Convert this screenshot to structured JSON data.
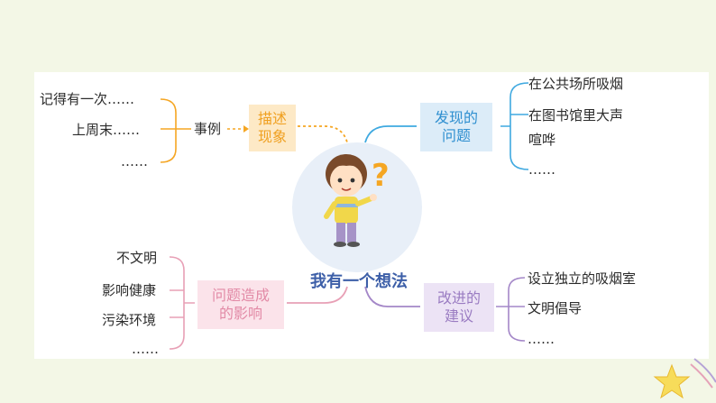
{
  "center": {
    "title": "我有一个想法"
  },
  "top_left": {
    "node": "描述\n现象",
    "mid_label": "事例",
    "items": [
      "记得有一次……",
      "上周末……",
      "……"
    ]
  },
  "top_right": {
    "node": "发现的\n问题",
    "items": [
      "在公共场所吸烟",
      "在图书馆里大声",
      "喧哗",
      "……"
    ]
  },
  "bottom_left": {
    "node": "问题造成\n的影响",
    "items": [
      "不文明",
      "影响健康",
      "污染环境",
      "……"
    ]
  },
  "bottom_right": {
    "node": "改进的\n建议",
    "items": [
      "设立独立的吸烟室",
      "文明倡导",
      "……"
    ]
  },
  "colors": {
    "background": "#f3f7e6",
    "orange": "#f5a623",
    "blue": "#3fa9e0",
    "pink": "#e8a0b6",
    "purple": "#a487c8",
    "title": "#3d5fa8"
  }
}
